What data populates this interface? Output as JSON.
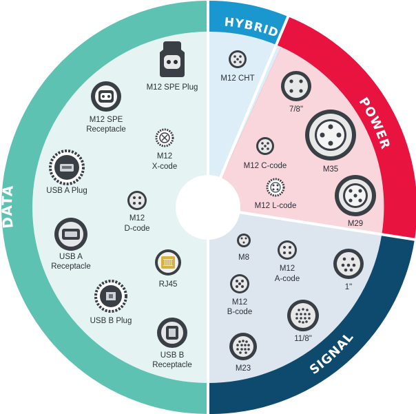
{
  "segments": {
    "data": {
      "label": "DATA",
      "ring_color": "#5ec2b2",
      "fill_color": "#e5f4f2"
    },
    "hybrid": {
      "label": "HYBRID",
      "ring_color": "#1b97cf",
      "fill_color": "#ddeef8"
    },
    "power": {
      "label": "POWER",
      "ring_color": "#e8133f",
      "fill_color": "#f9d6dc"
    },
    "signal": {
      "label": "SIGNAL",
      "ring_color": "#0d4a6e",
      "fill_color": "#dde6ee"
    }
  },
  "connectors": {
    "m12_spe_plug": {
      "label": "M12 SPE Plug",
      "icon": "m12-spe-plug-icon"
    },
    "m12_spe_receptacle": {
      "line1": "M12 SPE",
      "line2": "Receptacle",
      "icon": "m12-spe-receptacle-icon"
    },
    "m12_x_code": {
      "line1": "M12",
      "line2": "X-code",
      "icon": "m12-x-code-icon"
    },
    "usb_a_plug": {
      "label": "USB A Plug",
      "icon": "usb-a-plug-icon"
    },
    "m12_d_code": {
      "line1": "M12",
      "line2": "D-code",
      "icon": "m12-d-code-icon"
    },
    "usb_a_receptacle": {
      "line1": "USB A",
      "line2": "Receptacle",
      "icon": "usb-a-receptacle-icon"
    },
    "rj45": {
      "label": "RJ45",
      "icon": "rj45-icon"
    },
    "usb_b_plug": {
      "label": "USB B Plug",
      "icon": "usb-b-plug-icon"
    },
    "usb_b_receptacle": {
      "line1": "USB B",
      "line2": "Receptacle",
      "icon": "usb-b-receptacle-icon"
    },
    "m12_cht": {
      "label": "M12 CHT",
      "icon": "m12-cht-icon"
    },
    "seven_eighths": {
      "label": "7/8\"",
      "icon": "seven-eighths-icon"
    },
    "m12_c_code": {
      "label": "M12 C-code",
      "icon": "m12-c-code-icon"
    },
    "m35": {
      "label": "M35",
      "icon": "m35-icon"
    },
    "m12_l_code": {
      "label": "M12 L-code",
      "icon": "m12-l-code-icon"
    },
    "m29": {
      "label": "M29",
      "icon": "m29-icon"
    },
    "m8": {
      "label": "M8",
      "icon": "m8-icon"
    },
    "m12_a_code": {
      "line1": "M12",
      "line2": "A-code",
      "icon": "m12-a-code-icon"
    },
    "one_inch": {
      "label": "1\"",
      "icon": "one-inch-icon"
    },
    "m12_b_code": {
      "line1": "M12",
      "line2": "B-code",
      "icon": "m12-b-code-icon"
    },
    "one_eighth": {
      "label": "11/8\"",
      "icon": "one-and-one-eighth-icon"
    },
    "m23": {
      "label": "M23",
      "icon": "m23-icon"
    }
  }
}
